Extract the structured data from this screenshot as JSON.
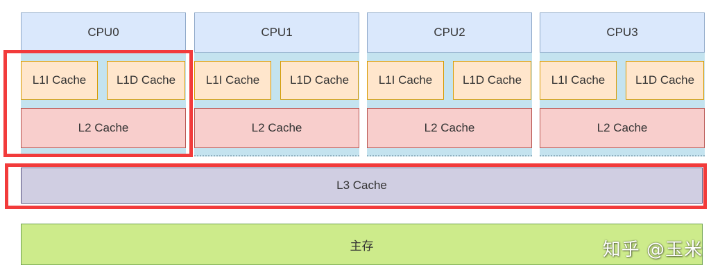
{
  "cpus": [
    {
      "label": "CPU0",
      "l1i": "L1I Cache",
      "l1d": "L1D Cache",
      "l2": "L2 Cache"
    },
    {
      "label": "CPU1",
      "l1i": "L1I Cache",
      "l1d": "L1D Cache",
      "l2": "L2 Cache"
    },
    {
      "label": "CPU2",
      "l1i": "L1I Cache",
      "l1d": "L1D Cache",
      "l2": "L2 Cache"
    },
    {
      "label": "CPU3",
      "l1i": "L1I Cache",
      "l1d": "L1D Cache",
      "l2": "L2 Cache"
    }
  ],
  "l3": "L3 Cache",
  "main_memory": "主存",
  "watermark": "知乎 @玉米",
  "colors": {
    "cpu": "#dae8fc",
    "core_bg": "#c4e3ef",
    "l1": "#ffe6cc",
    "l2": "#f8cecc",
    "l3": "#d0cee2",
    "memory": "#cdeb8b",
    "highlight": "#f23b3b"
  }
}
